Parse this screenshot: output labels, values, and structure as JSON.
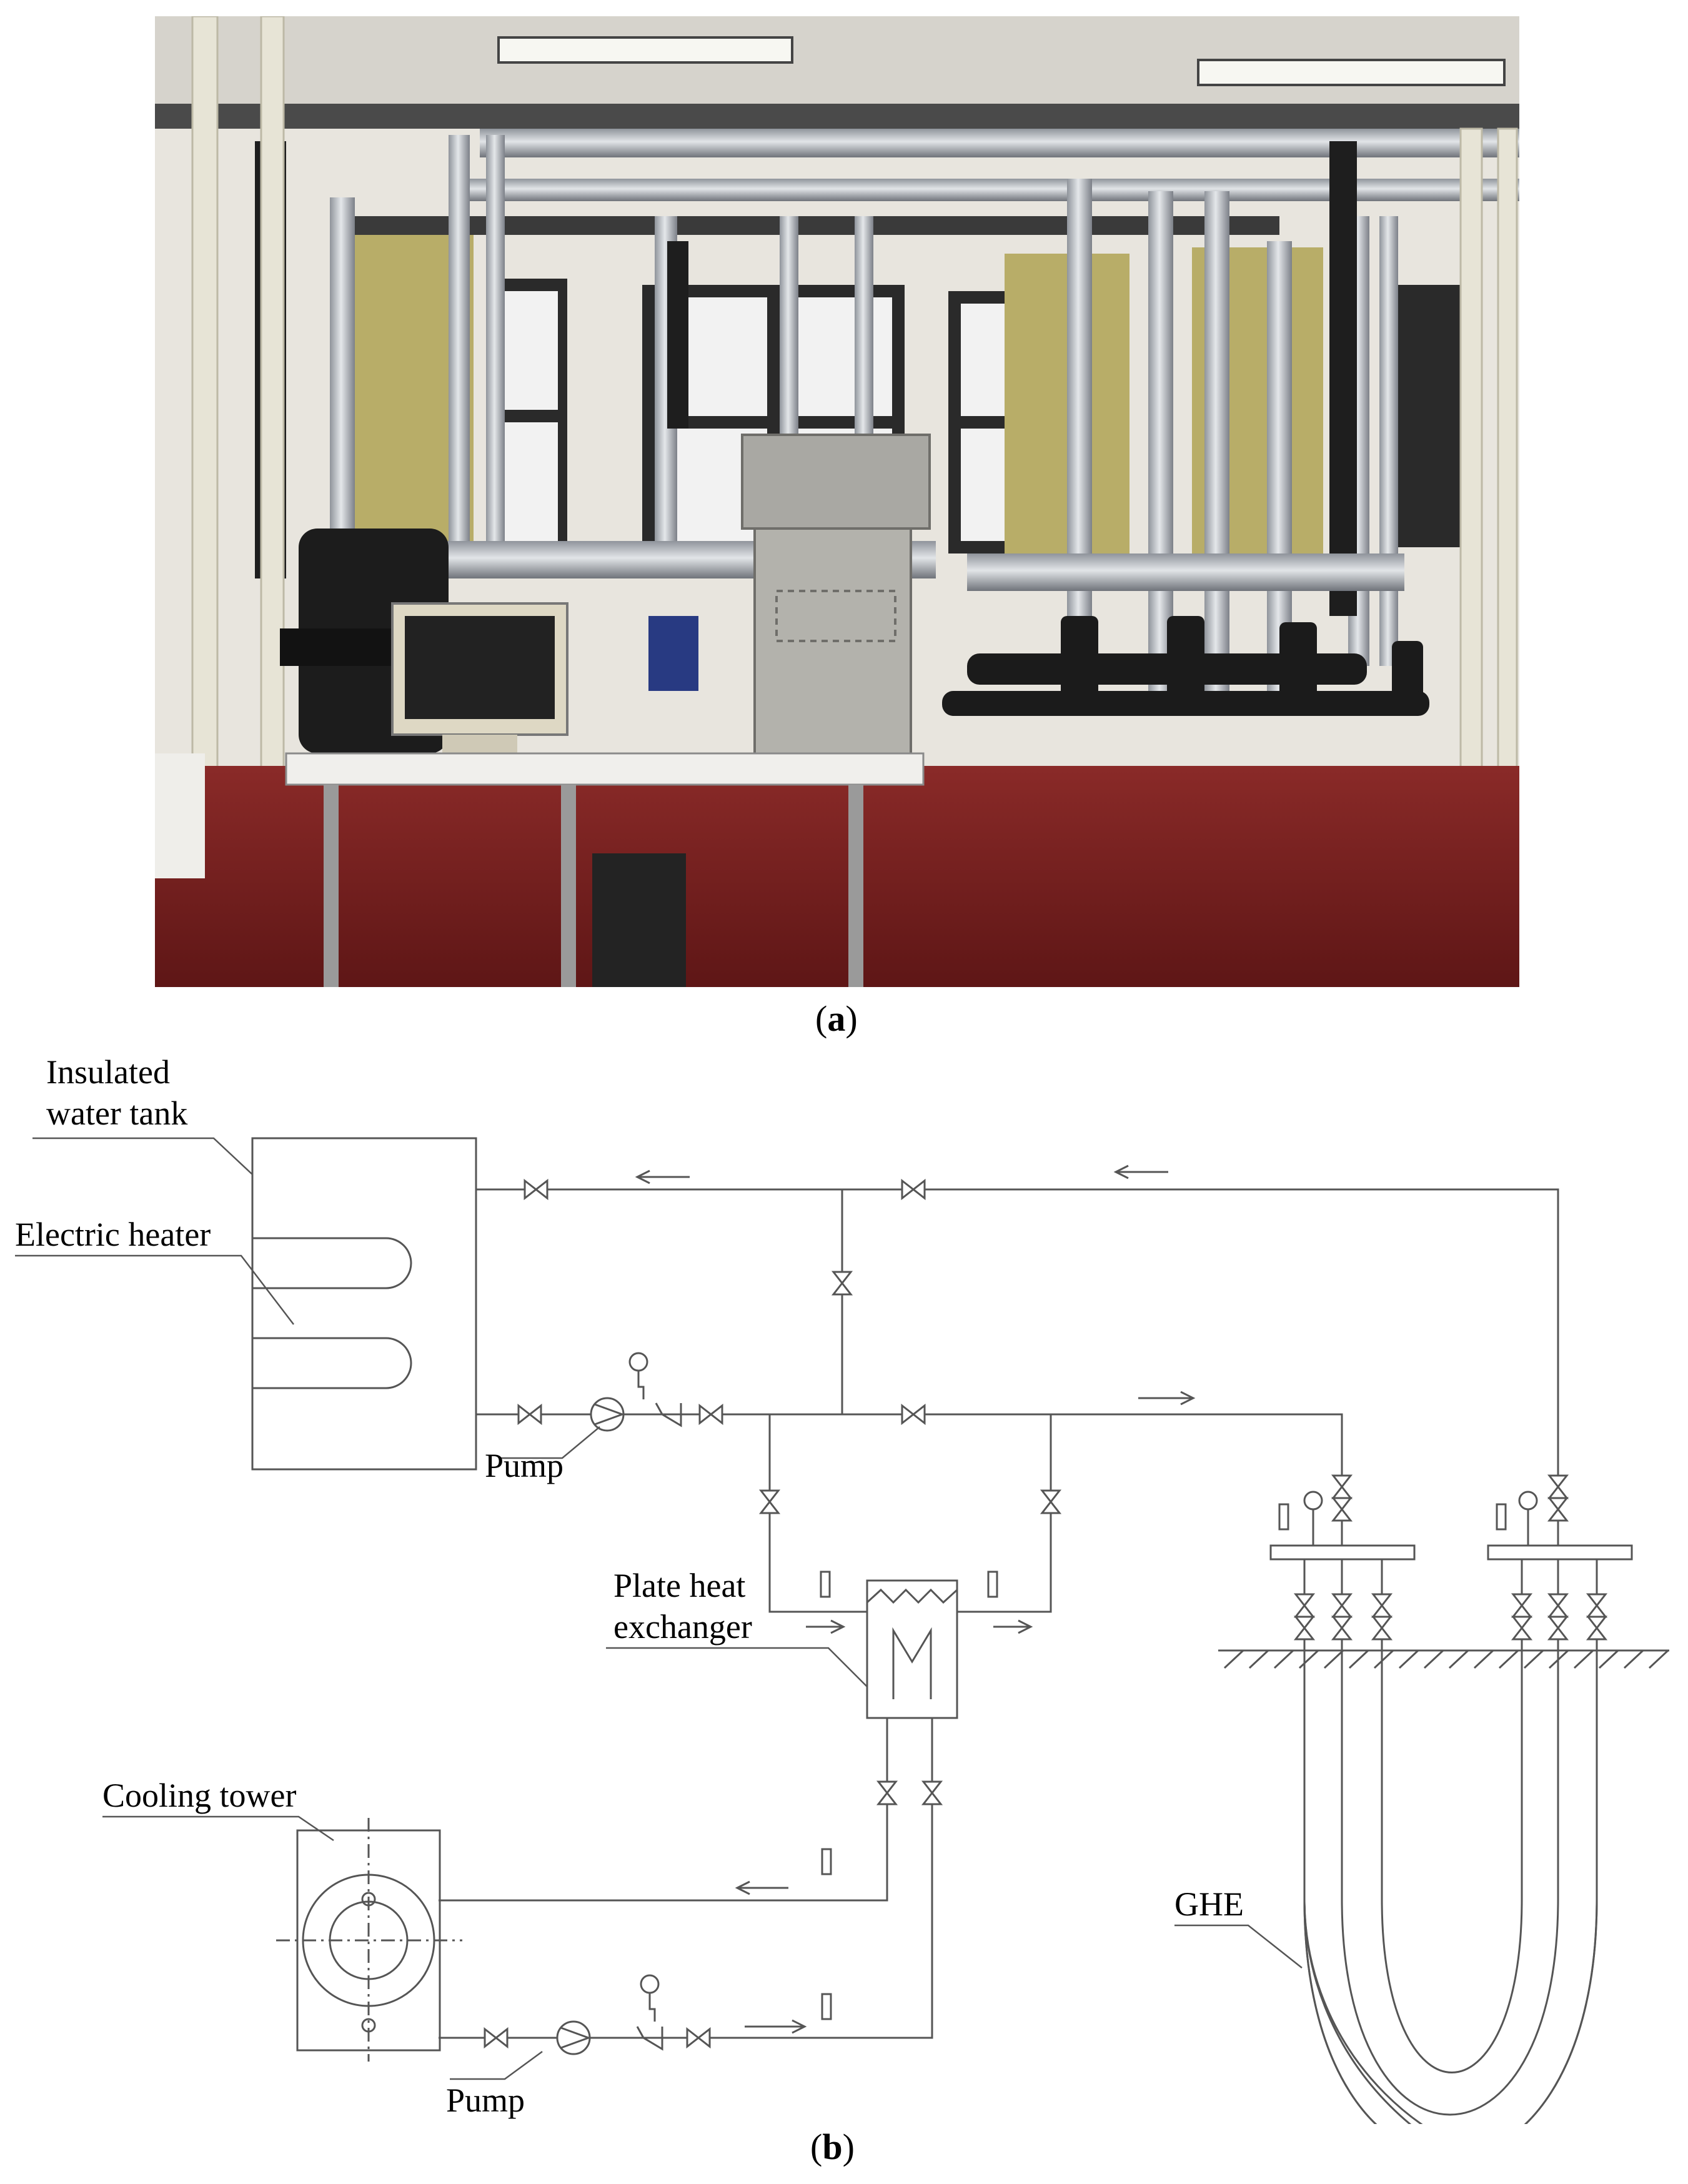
{
  "captions": {
    "a_letter": "a",
    "b_letter": "b"
  },
  "diagram_labels": {
    "tank_line1": "Insulated",
    "tank_line2": "water tank",
    "heater": "Electric heater",
    "pump_top": "Pump",
    "plate_line1": "Plate heat",
    "plate_line2": "exchanger",
    "cooling_tower": "Cooling tower",
    "pump_bottom": "Pump",
    "ghe": "GHE"
  },
  "colors": {
    "floor": "#7a1f1f",
    "wall": "#e9e6e0",
    "curtain": "#b9ae6a",
    "pipe_insulation": "#c8ccd2",
    "line": "#555555"
  }
}
